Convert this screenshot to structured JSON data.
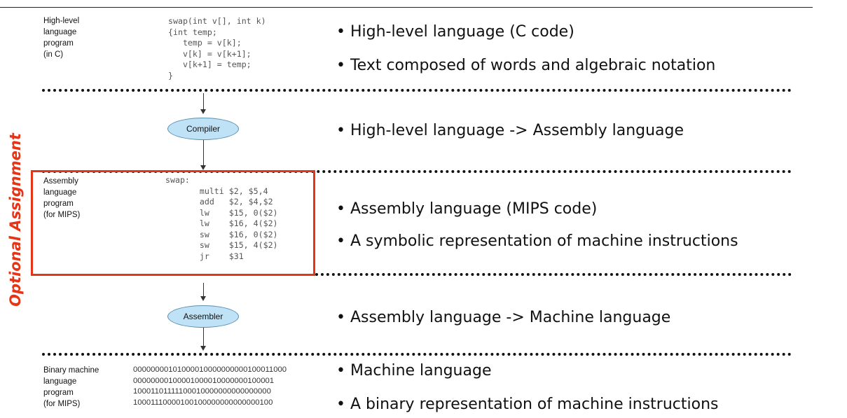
{
  "stages": {
    "hll": {
      "label": [
        "High-level",
        "language",
        "program",
        "(in C)"
      ],
      "code": "swap(int v[], int k)\n{int temp;\n   temp = v[k];\n   v[k] = v[k+1];\n   v[k+1] = temp;\n}"
    },
    "asm": {
      "label": [
        "Assembly",
        "language",
        "program",
        "(for MIPS)"
      ],
      "code": "swap:\n       multi $2, $5,4\n       add   $2, $4,$2\n       lw    $15, 0($2)\n       lw    $16, 4($2)\n       sw    $16, 0($2)\n       sw    $15, 4($2)\n       jr    $31"
    },
    "bin": {
      "label": [
        "Binary machine",
        "language",
        "program",
        "(for MIPS)"
      ],
      "lines": [
        "00000000101000010000000000100011000",
        "00000000100001000010000000100001",
        "10001101111100010000000000000000",
        "10001110000100100000000000000100"
      ]
    }
  },
  "tools": {
    "compiler": "Compiler",
    "assembler": "Assembler"
  },
  "bullets": {
    "hll_1": "• High-level language (C code)",
    "hll_2": "• Text composed of words and algebraic notation",
    "compiler": "• High-level language -> Assembly language",
    "asm_1": "• Assembly language (MIPS code)",
    "asm_2": "• A symbolic representation of machine instructions",
    "assembler": "• Assembly language -> Machine language",
    "bin_1": "• Machine language",
    "bin_2": "• A binary representation of machine instructions"
  },
  "side_label": "Optional Assignment",
  "colors": {
    "accent_red": "#e63417",
    "ellipse_fill": "#bfe2f6"
  }
}
